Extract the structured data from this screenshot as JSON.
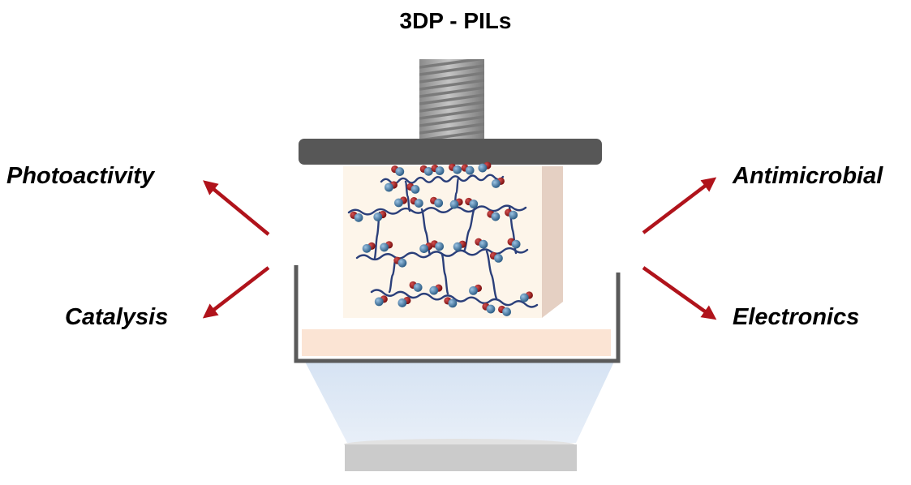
{
  "title": "3DP - PILs",
  "applications": {
    "top_left": "Photoactivity",
    "bottom_left": "Catalysis",
    "top_right": "Antimicrobial",
    "bottom_right": "Electronics"
  },
  "colors": {
    "arrow": "#b0131b",
    "plate": "#575757",
    "screw": "#9a9a9a",
    "vat_wall": "#5a5a5a",
    "resin": "#fbe4d4",
    "print_block": "#fdf5ea",
    "print_block_side": "#e5d0c3",
    "light_cone": "#dfe9f5",
    "projector": "#c8c8c8",
    "polymer_chain": "#2b3f7a",
    "monomer_blue": "#3a6c95",
    "monomer_red": "#8e1616"
  }
}
